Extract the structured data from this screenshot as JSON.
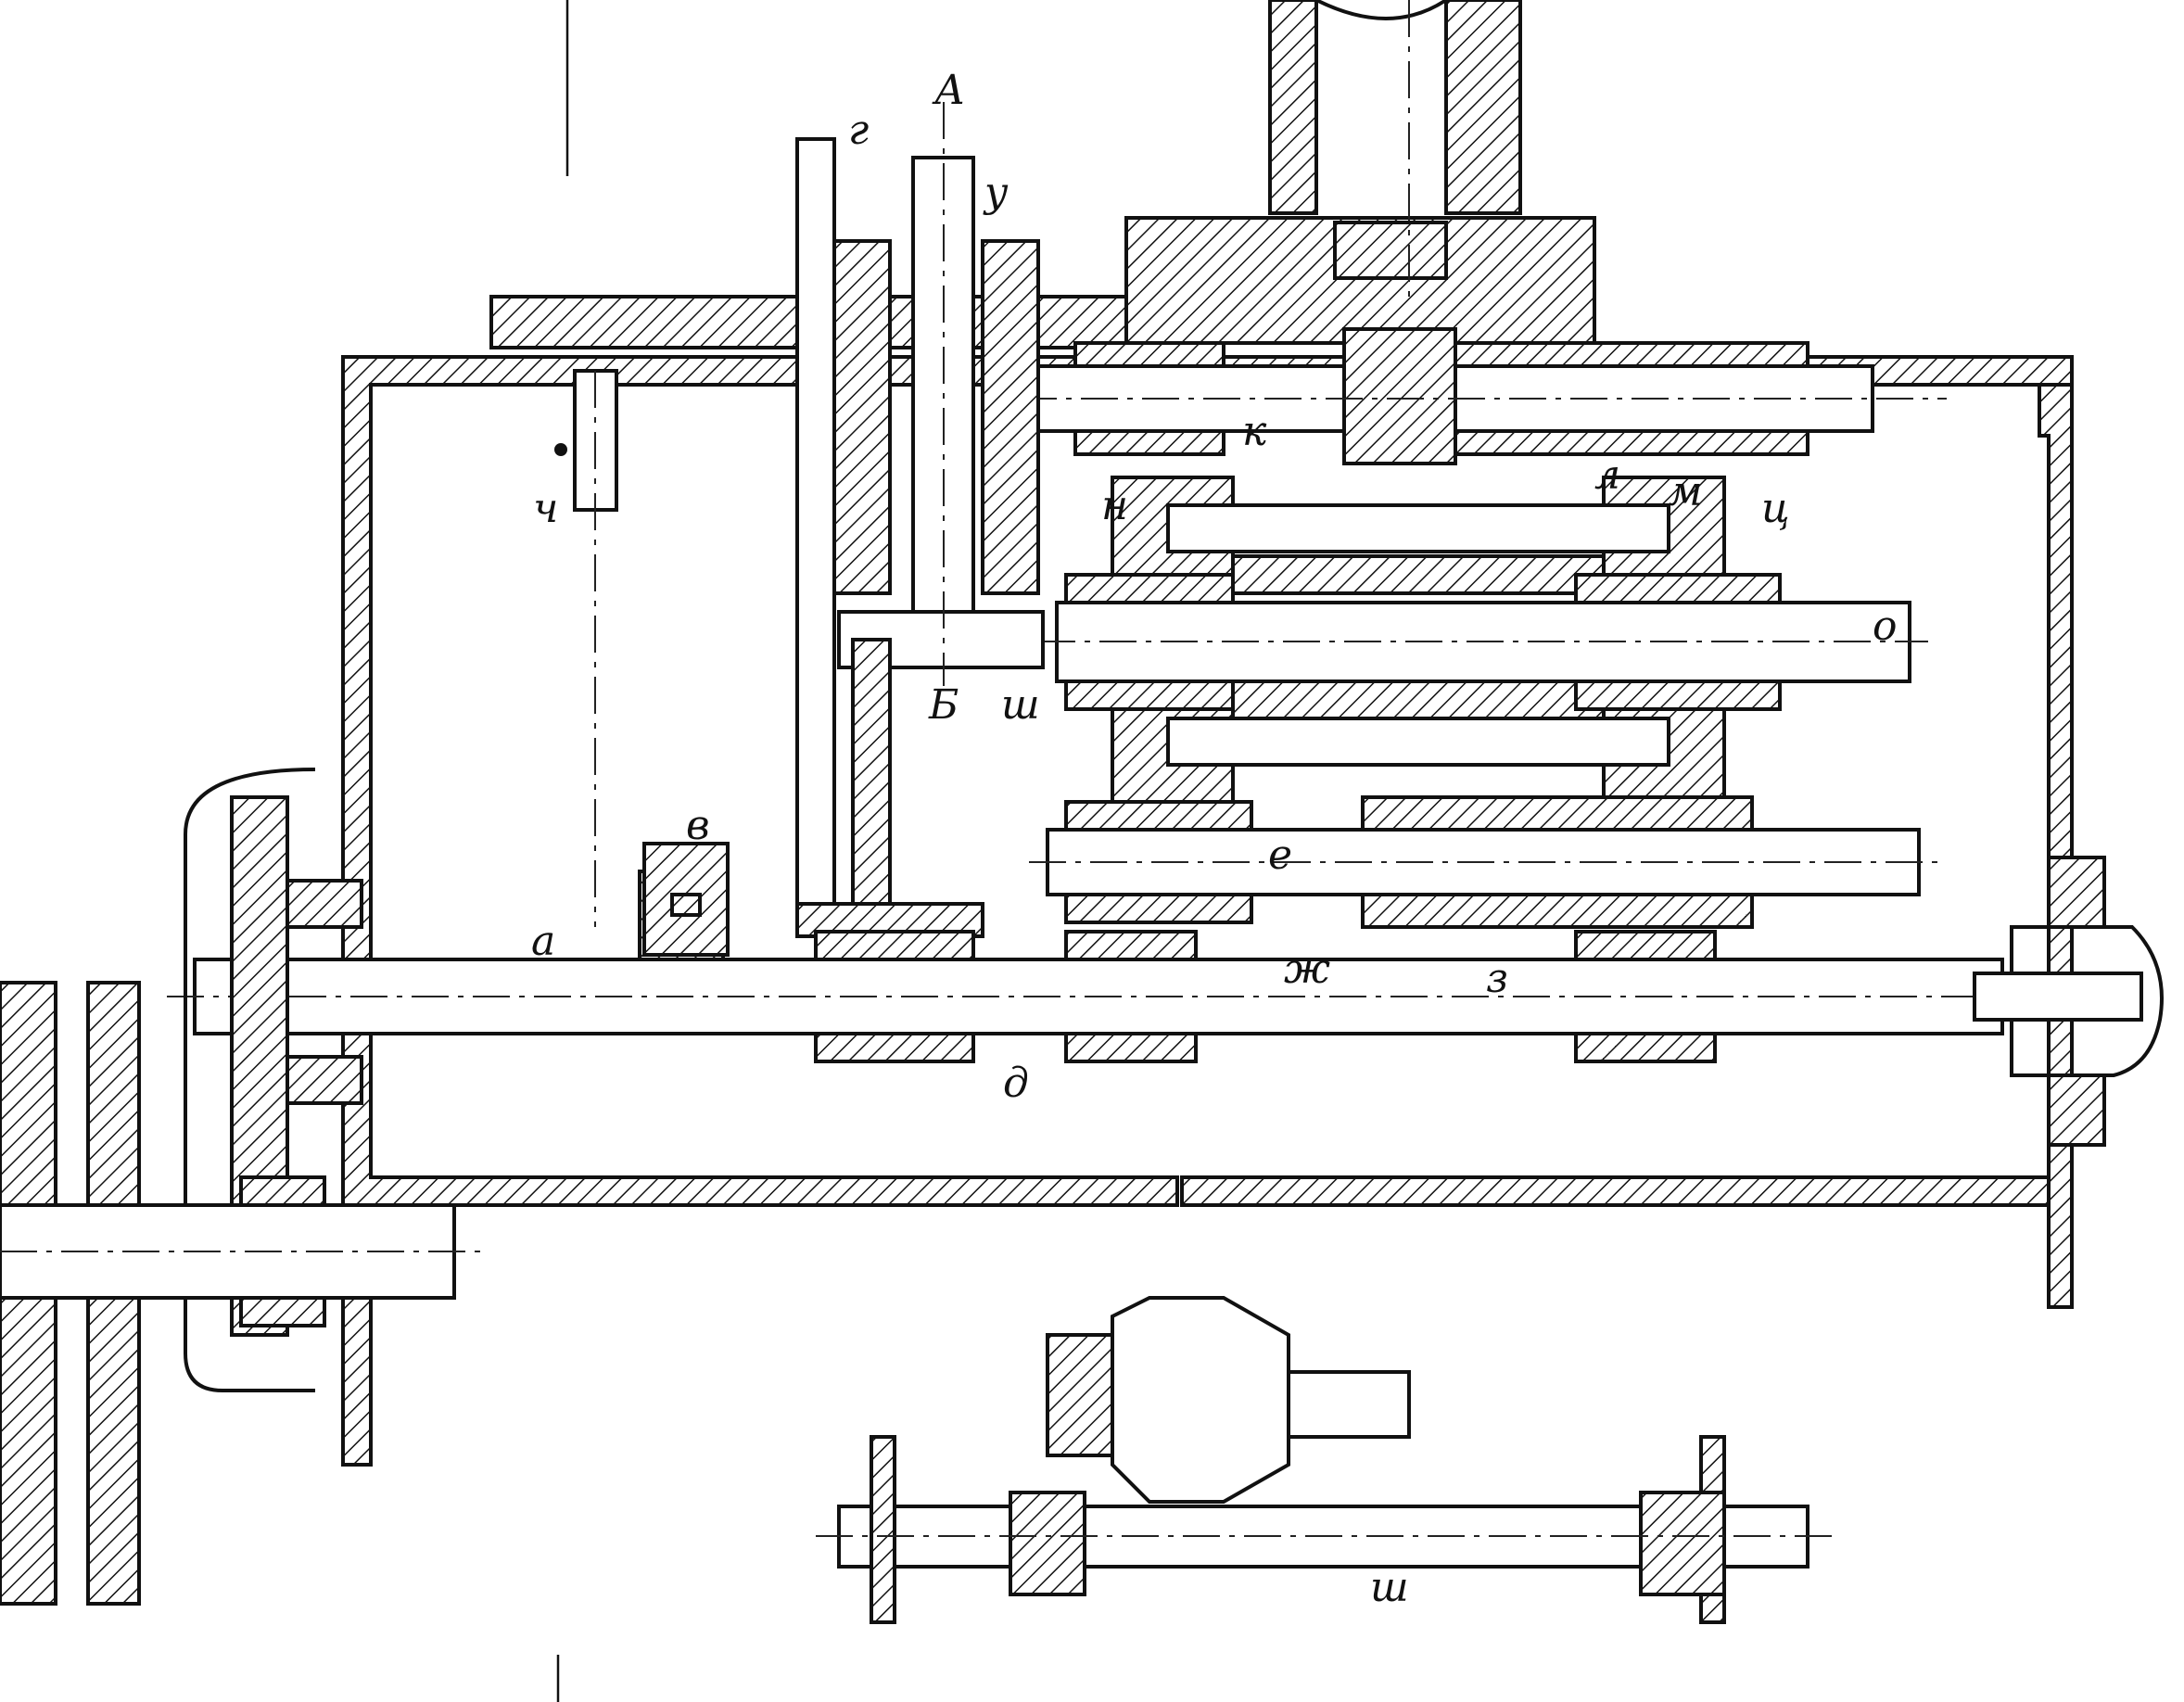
{
  "labels": {
    "A": "А",
    "g": "г",
    "u": "у",
    "ch": "ч",
    "k": "к",
    "l": "л",
    "m": "м",
    "ts": "ц",
    "n": "н",
    "o": "о",
    "b": "Б",
    "sh_top": "ш",
    "v": "в",
    "e": "е",
    "a": "а",
    "zh": "ж",
    "z": "з",
    "d": "д",
    "sh_bottom": "ш"
  },
  "colors": {
    "ink": "#111111",
    "paper": "#ffffff"
  }
}
